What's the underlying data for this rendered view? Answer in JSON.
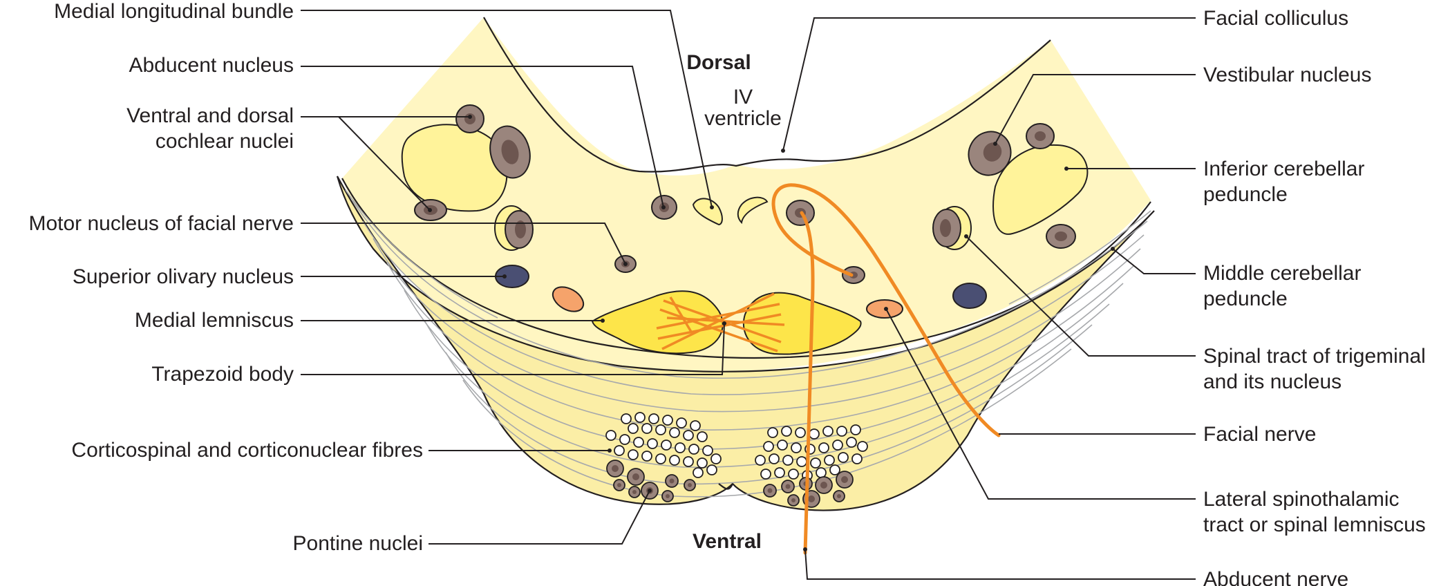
{
  "orientation": {
    "dorsal": "Dorsal",
    "ventral": "Ventral",
    "ventricle_line1": "IV",
    "ventricle_line2": "ventricle"
  },
  "labels_left": [
    {
      "id": "medial-longitudinal-bundle",
      "lines": [
        "Medial longitudinal bundle"
      ]
    },
    {
      "id": "abducent-nucleus",
      "lines": [
        "Abducent nucleus"
      ]
    },
    {
      "id": "cochlear-nuclei",
      "lines": [
        "Ventral and dorsal",
        "cochlear nuclei"
      ]
    },
    {
      "id": "motor-nucleus-facial",
      "lines": [
        "Motor nucleus of facial nerve"
      ]
    },
    {
      "id": "superior-olivary",
      "lines": [
        "Superior olivary nucleus"
      ]
    },
    {
      "id": "medial-lemniscus",
      "lines": [
        "Medial lemniscus"
      ]
    },
    {
      "id": "trapezoid-body",
      "lines": [
        "Trapezoid body"
      ]
    },
    {
      "id": "corticospinal",
      "lines": [
        "Corticospinal and corticonuclear fibres"
      ]
    },
    {
      "id": "pontine-nuclei",
      "lines": [
        "Pontine nuclei"
      ]
    }
  ],
  "labels_right": [
    {
      "id": "facial-colliculus",
      "lines": [
        "Facial colliculus"
      ]
    },
    {
      "id": "vestibular-nucleus",
      "lines": [
        "Vestibular nucleus"
      ]
    },
    {
      "id": "inferior-cerebellar",
      "lines": [
        "Inferior cerebellar",
        "peduncle"
      ]
    },
    {
      "id": "middle-cerebellar",
      "lines": [
        "Middle cerebellar",
        "peduncle"
      ]
    },
    {
      "id": "spinal-tract-trigeminal",
      "lines": [
        "Spinal tract of trigeminal",
        "and its nucleus"
      ]
    },
    {
      "id": "facial-nerve",
      "lines": [
        "Facial nerve"
      ]
    },
    {
      "id": "lateral-spinothalamic",
      "lines": [
        "Lateral spinothalamic",
        "tract or spinal lemniscus"
      ]
    },
    {
      "id": "abducent-nerve",
      "lines": [
        "Abducent nerve"
      ]
    }
  ],
  "colors": {
    "tissue": "#fff6c2",
    "tissue_lower": "#fbeea6",
    "pale_nucleus": "#fff39a",
    "lemniscus": "#fde54a",
    "nucleus": "#9a857d",
    "nucleus_core": "#6d5650",
    "olive": "#4a4f73",
    "spinothalamic": "#f5a36b",
    "nerve": "#f08a24",
    "fibre": "#a7a9ac",
    "ink": "#231f20"
  }
}
